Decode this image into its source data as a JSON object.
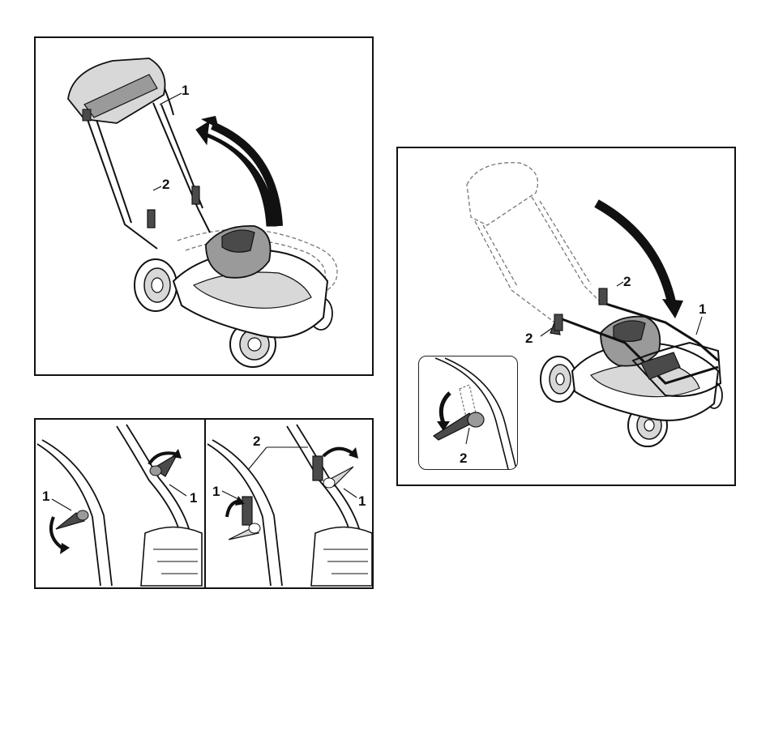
{
  "figure_a": {
    "callouts": {
      "handlebar": "1",
      "lower_handle": "2"
    },
    "icon": "curved-arrow-up-icon"
  },
  "figure_b": {
    "left": {
      "callouts": {
        "lever_left": "1",
        "lever_right": "1"
      },
      "icon": "rotate-arrow-icon"
    },
    "right": {
      "callouts": {
        "handle_bars": "2",
        "lever_left": "1",
        "lever_right": "1"
      },
      "icon": "rotate-arrow-icon"
    }
  },
  "figure_c": {
    "callouts": {
      "handlebar": "1",
      "lever_top": "2",
      "lever_left": "2",
      "inset_lever": "2"
    },
    "icon": "curved-arrow-down-icon"
  },
  "colors": {
    "line": "#111111",
    "shade": "#9a9a9a",
    "dark": "#4a4a4a",
    "light": "#d8d8d8"
  }
}
